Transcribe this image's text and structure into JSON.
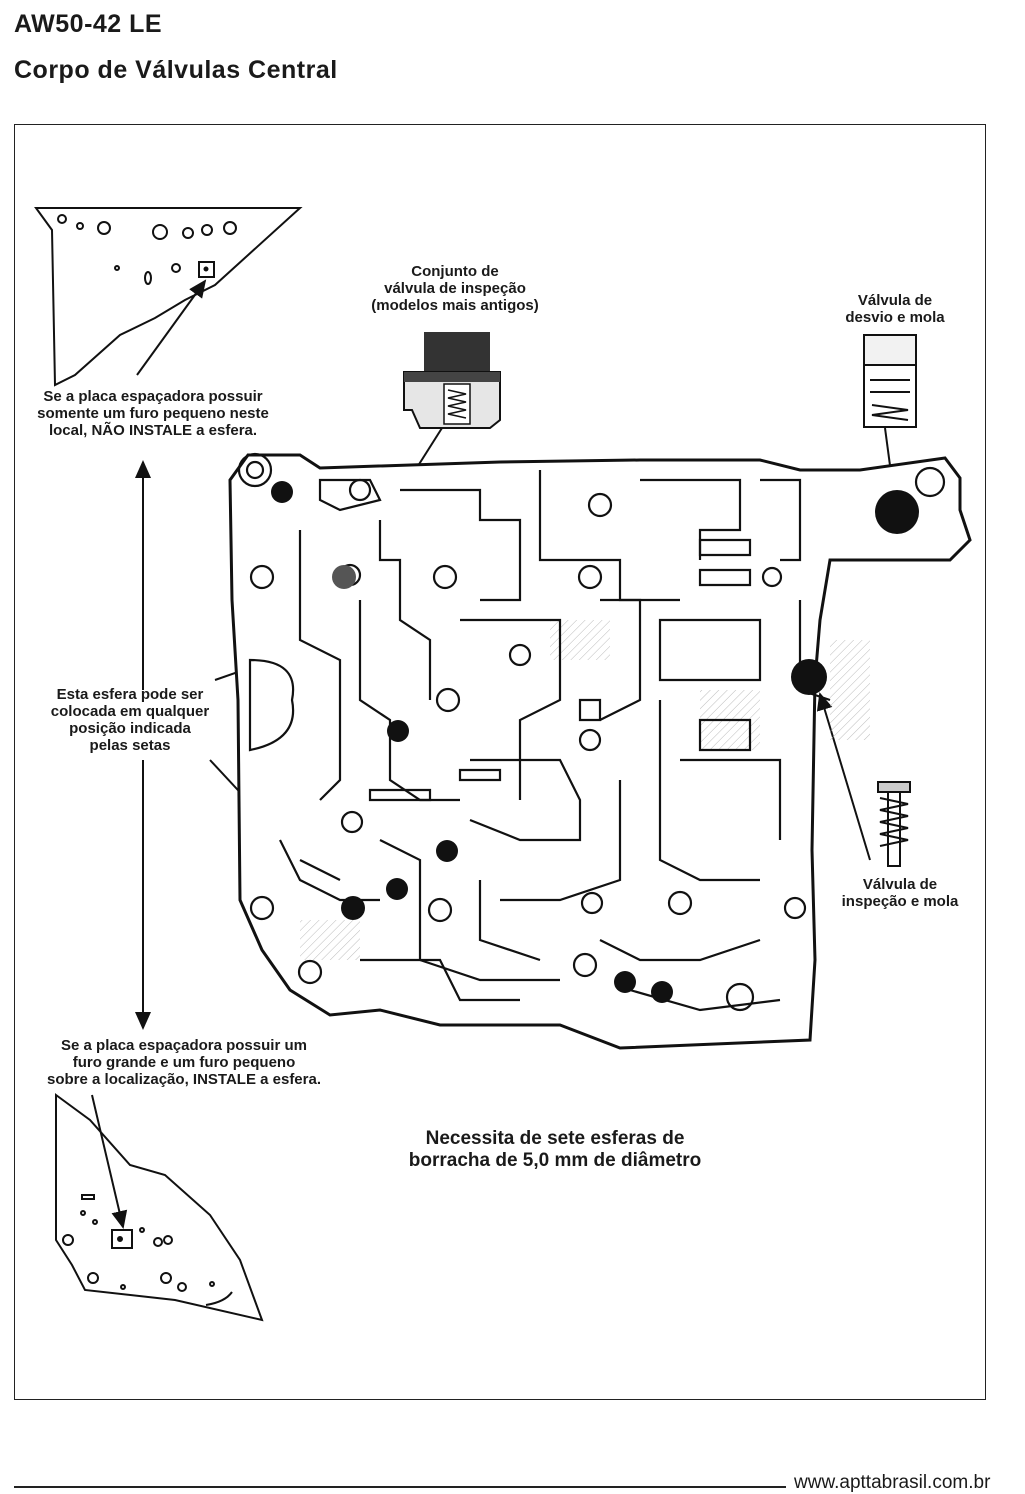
{
  "header": {
    "model": "AW50-42 LE",
    "subtitle": "Corpo de Válvulas Central"
  },
  "labels": {
    "check_valve_assembly": [
      "Conjunto de",
      "válvula de inspeção",
      "(modelos mais antigos)"
    ],
    "bypass_valve": [
      "Válvula de",
      "desvio e mola"
    ],
    "spacer_small_hole": [
      "Se a placa espaçadora possuir",
      "somente um furo pequeno neste",
      "local, NÃO INSTALE a esfera."
    ],
    "ball_either_position": [
      "Esta esfera pode ser",
      "colocada em qualquer",
      "posição indicada",
      "pelas setas"
    ],
    "check_valve_spring": [
      "Válvula de",
      "inspeção e mola"
    ],
    "spacer_large_small_hole": [
      "Se a placa espaçadora possuir um",
      "furo grande e um furo pequeno",
      "sobre a localização, INSTALE a esfera."
    ]
  },
  "note": [
    "Necessita de sete esferas de",
    "borracha de 5,0 mm de diâmetro"
  ],
  "footer": {
    "url": "www.apttabrasil.com.br"
  }
}
